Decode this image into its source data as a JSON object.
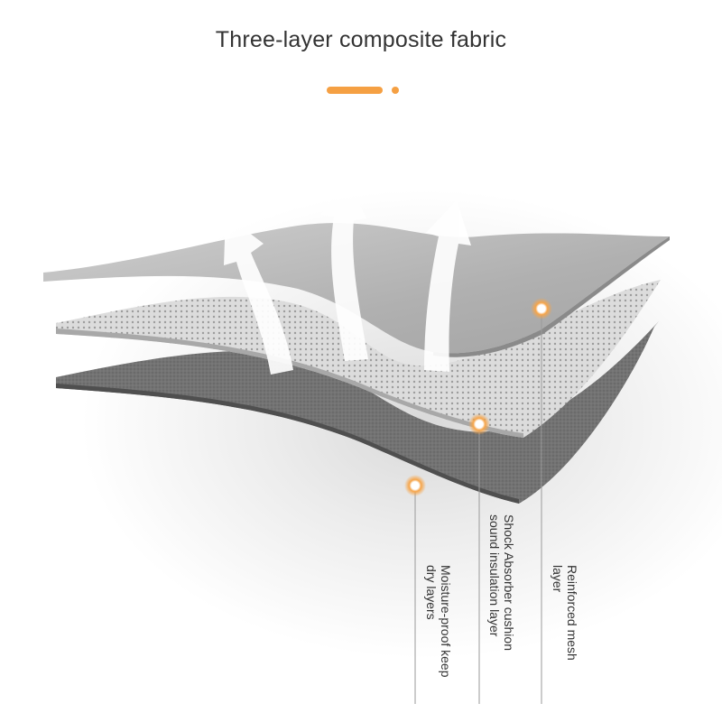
{
  "title": "Three-layer composite fabric",
  "colors": {
    "accent": "#f5a043",
    "top_layer": "#b3b3b3",
    "mesh_layer": "#d8d8d8",
    "bottom_layer": "#6f6f6f",
    "leader_line": "#9a9a9a"
  },
  "icons": [
    "upward-airflow-arrow-icon",
    "upward-airflow-arrow-icon",
    "upward-airflow-arrow-icon"
  ],
  "layers": [
    {
      "label": "Reinforced mesh\nlayer"
    },
    {
      "label": "Shock Absorber cushion\nsound insulation layer"
    },
    {
      "label": "Moisture-proof keep\ndry layers"
    }
  ]
}
